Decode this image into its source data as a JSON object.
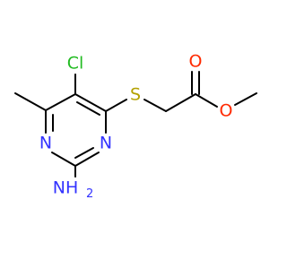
{
  "molecule": {
    "colors": {
      "bond": "#000000",
      "nitrogen": "#3333ff",
      "oxygen": "#ff2a00",
      "sulfur": "#b3a100",
      "chlorine": "#22bb22"
    },
    "atoms": {
      "cl": {
        "text": "Cl"
      },
      "s": {
        "text": "S"
      },
      "o_carbonyl": {
        "text": "O"
      },
      "o_ester": {
        "text": "O"
      },
      "n_ring_left": {
        "text": "N"
      },
      "n_ring_right": {
        "text": "N"
      },
      "nh2": {
        "text": "NH",
        "subscript": "2"
      }
    }
  }
}
